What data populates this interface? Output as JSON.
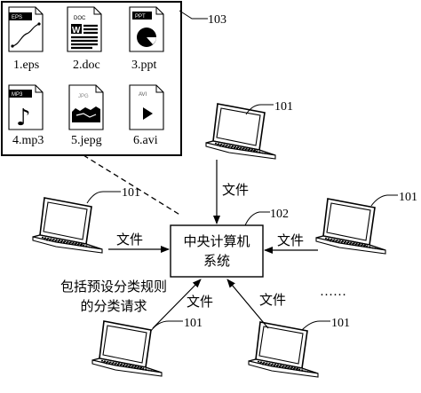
{
  "file_panel": {
    "ref": "103",
    "files": [
      {
        "name": "1.eps",
        "badge": "EPS",
        "icon": "eps-file-icon"
      },
      {
        "name": "2.doc",
        "badge": "DOC",
        "icon": "doc-file-icon"
      },
      {
        "name": "3.ppt",
        "badge": "PPT",
        "icon": "ppt-file-icon"
      },
      {
        "name": "4.mp3",
        "badge": "MP3",
        "icon": "mp3-file-icon"
      },
      {
        "name": "5.jepg",
        "badge": "JPG",
        "icon": "jpg-file-icon"
      },
      {
        "name": "6.avi",
        "badge": "AVI",
        "icon": "avi-file-icon"
      }
    ]
  },
  "central": {
    "line1": "中央计算机",
    "line2": "系统",
    "ref": "102"
  },
  "computer_ref": "101",
  "edge_label": "文件",
  "request_label": {
    "line1": "包括预设分类规则",
    "line2": "的分类请求"
  },
  "ellipsis": "……"
}
